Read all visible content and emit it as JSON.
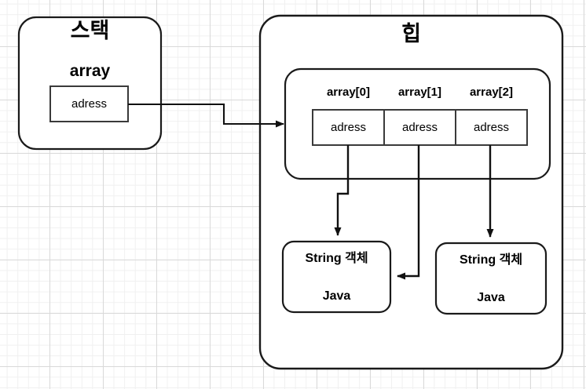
{
  "diagram": {
    "stack": {
      "title": "스택",
      "variable_label": "array",
      "slot_value": "adress"
    },
    "heap": {
      "title": "힙",
      "array_block": {
        "headers": [
          "array[0]",
          "array[1]",
          "array[2]"
        ],
        "cells": [
          "adress",
          "adress",
          "adress"
        ]
      },
      "objects": [
        {
          "title": "String 객체",
          "value": "Java"
        },
        {
          "title": "String 객체",
          "value": "Java"
        }
      ]
    },
    "colors": {
      "stroke": "#1a1a1a",
      "fill": "#ffffff",
      "grid_minor": "#f0f0f0",
      "grid_major": "#d9d9d9",
      "text": "#000000"
    }
  }
}
